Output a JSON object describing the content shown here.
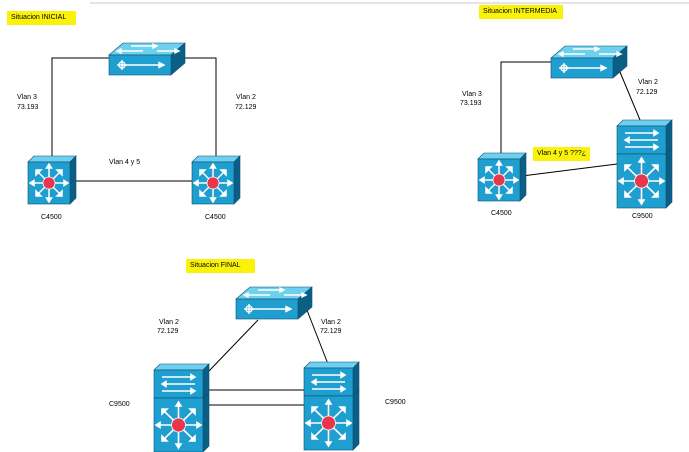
{
  "colors": {
    "device_face": "#1f9ed0",
    "device_top": "#6ed0ef",
    "device_side": "#0b5f86",
    "router_hub": "#e8364d",
    "highlight": "#fbf20a",
    "link": "#000000"
  },
  "icons": {
    "top_switch": "workgroup-switch-icon",
    "c4500": "multilayer-switch-icon",
    "c9500": "layer3-switch-stack-icon"
  },
  "sections": {
    "inicial": {
      "title": "Situacion INICIAL",
      "left_link": {
        "vlan": "Vlan 3",
        "addr": "73.193"
      },
      "right_link": {
        "vlan": "Vlan 2",
        "addr": "72.129"
      },
      "bottom_link": "Vlan 4 y 5",
      "left_device": "C4500",
      "right_device": "C4500"
    },
    "intermedia": {
      "title": "Situacion INTERMEDIA",
      "left_link": {
        "vlan": "Vlan 3",
        "addr": "73.193"
      },
      "right_link": {
        "vlan": "Vlan 2",
        "addr": "72.129"
      },
      "bottom_link": "Vlan 4 y 5  ???¿",
      "left_device": "C4500",
      "right_device": "C9500"
    },
    "final": {
      "title": "Situacion FINAL",
      "left_link": {
        "vlan": "Vlan 2",
        "addr": "72.129"
      },
      "right_link": {
        "vlan": "Vlan 2",
        "addr": "72.129"
      },
      "left_device": "C9500",
      "right_device": "C9500"
    }
  }
}
